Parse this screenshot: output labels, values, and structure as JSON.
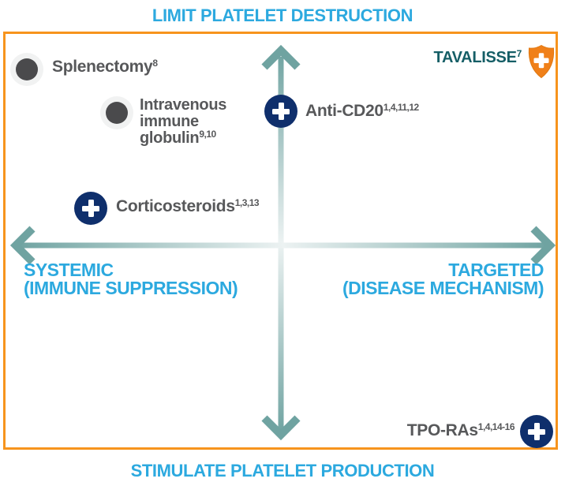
{
  "titles": {
    "top": "LIMIT PLATELET DESTRUCTION",
    "bottom": "STIMULATE PLATELET PRODUCTION"
  },
  "axis_labels": {
    "left": {
      "line1": "SYSTEMIC",
      "line2": "(IMMUNE SUPPRESSION)"
    },
    "right": {
      "line1": "TARGETED",
      "line2": "(DISEASE MECHANISM)"
    }
  },
  "items": {
    "splenectomy": {
      "label": "Splenectomy",
      "sup": "8",
      "icon": "gray-dot"
    },
    "ivig": {
      "label": "Intravenous immune globulin",
      "sup": "9,10",
      "icon": "gray-dot"
    },
    "anti_cd20": {
      "label": "Anti-CD20",
      "sup": "1,4,11,12",
      "icon": "navy-plus-circle"
    },
    "tavalisse": {
      "label": "TAVALISSE",
      "sup": "7",
      "icon": "orange-shield-plus"
    },
    "corticosteroids": {
      "label": "Corticosteroids",
      "sup": "1,3,13",
      "icon": "navy-plus-circle"
    },
    "tpo_ras": {
      "label": "TPO-RAs",
      "sup": "1,4,14-16",
      "icon": "navy-plus-circle"
    }
  },
  "colors": {
    "cyan_heading": "#2CA9DF",
    "orange_frame": "#F7941D",
    "orange_shield": "#F08019",
    "navy_circle": "#0F2F6C",
    "teal_arrow": "#6FA3A1",
    "arrow_center_fade": "#ECF2F2",
    "gray_text": "#57585A",
    "gray_dot_core": "#4A4A4C",
    "gray_dot_ring": "#F1F2F2",
    "tavalisse_teal": "#155E66"
  }
}
